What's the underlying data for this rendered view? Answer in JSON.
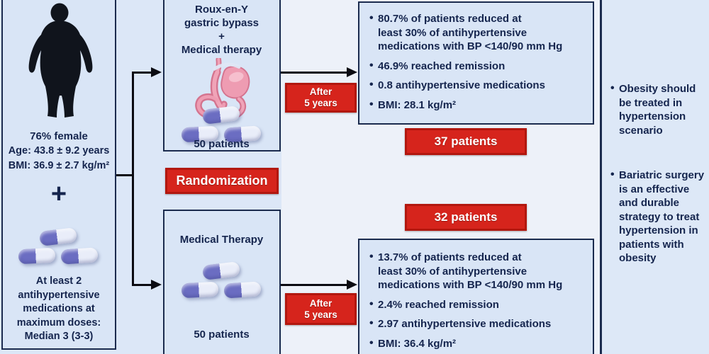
{
  "patient_panel": {
    "demographic_sex": "76% female",
    "demographic_age": "Age: 43.8 ± 9.2 years",
    "demographic_bmi": "BMI: 36.9 ± 2.7 kg/m²",
    "plus_sign": "+",
    "medication_note": "At least 2\nantihypertensive\nmedications at\nmaximum doses:\nMedian 3 (3-3)"
  },
  "randomization": {
    "label": "Randomization"
  },
  "arms": {
    "surgery": {
      "title": "Roux-en-Y\ngastric bypass\n+\nMedical therapy",
      "count": "50 patients"
    },
    "medical": {
      "title": "Medical Therapy",
      "count": "50 patients"
    }
  },
  "after_badge": {
    "label": "After\n5 years"
  },
  "outcomes": {
    "surgery": {
      "badge": "37 patients",
      "bullets": [
        "80.7% of patients reduced at\nleast 30% of antihypertensive\nmedications with BP <140/90 mm Hg",
        "46.9% reached remission",
        "0.8 antihypertensive medications",
        "BMI: 28.1 kg/m²"
      ]
    },
    "medical": {
      "badge": "32 patients",
      "bullets": [
        "13.7% of patients reduced at\nleast 30% of antihypertensive\nmedications with BP <140/90 mm Hg",
        "2.4% reached remission",
        "2.97 antihypertensive medications",
        "BMI: 36.4 kg/m²"
      ]
    }
  },
  "conclusions": {
    "bullets": [
      "Obesity should\nbe treated in\nhypertension\nscenario",
      "Bariatric surgery\nis an effective\nand durable\nstrategy to treat\nhypertension in\npatients with\nobesity"
    ]
  },
  "colors": {
    "badge_red": "#d6241c",
    "panel_blue": "#d9e5f6",
    "ink": "#15254e",
    "border_navy": "#1b2b4e"
  }
}
